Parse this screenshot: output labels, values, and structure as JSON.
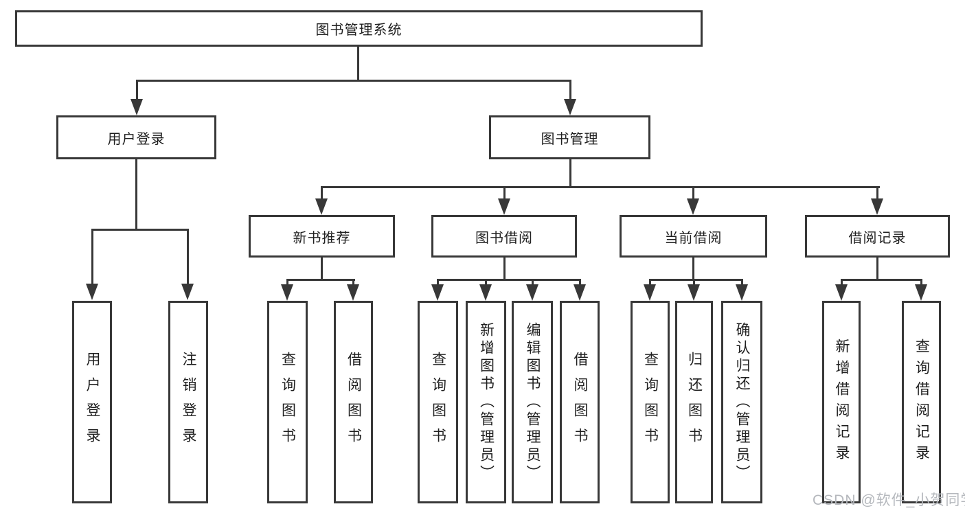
{
  "tree": {
    "root": "图书管理系统",
    "branches": [
      {
        "label": "用户登录",
        "children": [
          "用户登录",
          "注销登录"
        ]
      },
      {
        "label": "图书管理",
        "groups": [
          {
            "label": "新书推荐",
            "children": [
              "查询图书",
              "借阅图书"
            ]
          },
          {
            "label": "图书借阅",
            "children": [
              "查询图书",
              "新增图书（管理员）",
              "编辑图书（管理员）",
              "借阅图书"
            ]
          },
          {
            "label": "当前借阅",
            "children": [
              "查询图书",
              "归还图书",
              "确认归还（管理员）"
            ]
          },
          {
            "label": "借阅记录",
            "children": [
              "新增借阅记录",
              "查询借阅记录"
            ]
          }
        ]
      }
    ]
  },
  "watermark": "CSDN @软件_小贺同学",
  "colors": {
    "line": "#383838",
    "text": "#1f1f1f",
    "watermark": "#b5b8bd",
    "background": "#ffffff"
  }
}
